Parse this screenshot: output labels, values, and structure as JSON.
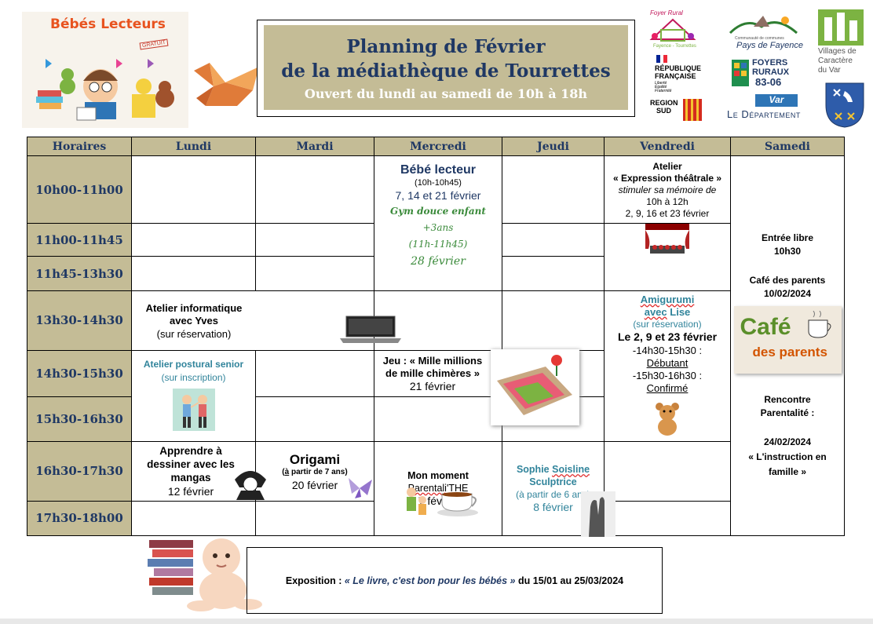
{
  "header": {
    "bebes_title": "Bébés Lecteurs",
    "gratuit": "GRATUIT",
    "title_line1": "Planning de Février",
    "title_line2": "de la médiathèque de Tourrettes",
    "subtitle": "Ouvert du lundi au samedi de 10h à 18h"
  },
  "logos": {
    "foyer_rural": "Foyer Rural",
    "foyer_rural_sub": "Fayence - Tourrettes",
    "republique": [
      "RÉPUBLIQUE",
      "FRANÇAISE"
    ],
    "republique_motto": [
      "Liberté",
      "Égalité",
      "Fraternité"
    ],
    "region": [
      "REGION",
      "SUD"
    ],
    "cc_pays": "Communauté de communes",
    "pays_fayence": "Pays de Fayence",
    "foyers_ruraux": [
      "FOYERS",
      "RURAUX",
      "83-06"
    ],
    "var": "Var",
    "departement": "Le Département",
    "villages": [
      "Villages de",
      "Caractère",
      "du Var"
    ]
  },
  "table": {
    "headers": [
      "Horaires",
      "Lundi",
      "Mardi",
      "Mercredi",
      "Jeudi",
      "Vendredi",
      "Samedi"
    ],
    "times": [
      "10h00-11h00",
      "11h00-11h45",
      "11h45-13h30",
      "13h30-14h30",
      "14h30-15h30",
      "15h30-16h30",
      "16h30-17h30",
      "17h30-18h00"
    ]
  },
  "events": {
    "bebe_lecteur": {
      "title": "Bébé lecteur",
      "hours": "(10h-10h45)",
      "dates": "7, 14 et 21 février",
      "gym": "Gym douce enfant",
      "gym_age": "+3ans",
      "gym_hours": "(11h-11h45)",
      "gym_date": "28 février"
    },
    "atelier_theatre": {
      "title": "Atelier",
      "name": "« Expression théâtrale »",
      "desc": "stimuler sa mémoire de",
      "hours": "10h à 12h",
      "dates": "2, 9, 16 et 23 février"
    },
    "samedi": {
      "entree": "Entrée libre",
      "entree_time": "10h30",
      "cafe": "Café des parents",
      "cafe_date": "10/02/2024",
      "cafe_logo_1": "Café",
      "cafe_logo_2": "des parents",
      "rencontre": "Rencontre",
      "parentalite": "Parentalité :",
      "rencontre_date": "24/02/2024",
      "instruction": "« L'instruction en",
      "famille": "famille »"
    },
    "informatique": {
      "title": "Atelier informatique",
      "with": "avec Yves",
      "note": "(sur réservation)"
    },
    "amigurumi": {
      "title": "Amigurumi",
      "with": "avec",
      "name": "Lise",
      "note": "(sur réservation)",
      "dates": "Le 2, 9 et 23 février",
      "slot1": "-14h30-15h30 :",
      "level1": "Débutant",
      "slot2": "-15h30-16h30 :",
      "level2": "Confirmé"
    },
    "postural": {
      "title": "Atelier postural senior",
      "note": "(sur inscription)"
    },
    "jeu": {
      "title": "Jeu : « Mille millions",
      "title2": "de mille chimères »",
      "date": "21 février"
    },
    "mangas": {
      "title": "Apprendre à",
      "title2": "dessiner avec les",
      "title3": "mangas",
      "date": "12 février"
    },
    "origami": {
      "title": "Origami",
      "age_a": "à",
      "age": " partir de 7 ans",
      "date": "20 février"
    },
    "moment": {
      "title": "Mon moment",
      "title2": "Parentali'THE",
      "date": "7 février"
    },
    "sophie": {
      "first": "Sophie",
      "last": "Soisline",
      "role": "Sculptrice",
      "age": "(à partir de 6 ans)",
      "date": "8 février"
    }
  },
  "exposition": {
    "label": "Exposition :",
    "quote": "« Le livre, c'est bon pour les bébés »",
    "dates": "du 15/01 au 25/03/2024"
  }
}
